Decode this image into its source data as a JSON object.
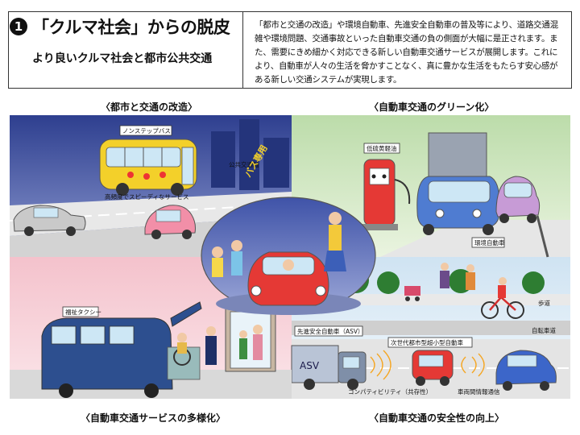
{
  "header": {
    "number": "1",
    "title": "「クルマ社会」からの脱皮",
    "subtitle": "より良いクルマ社会と都市公共交通",
    "description": "「都市と交通の改造」や環境自動車、先進安全自動車の普及等により、道路交通混雑や環境問題、交通事故といった自動車交通の負の側面が大幅に是正されます。また、需要にきめ細かく対応できる新しい自動車交通サービスが展開します。これにより、自動車が人々の生活を脅かすことなく、真に豊かな生活をもたらす安心感がある新しい交通システムが実現します。"
  },
  "sections": {
    "top_left": "〈都市と交通の改造〉",
    "top_right": "〈自動車交通のグリーン化〉",
    "bottom_left": "〈自動車交通サービスの多様化〉",
    "bottom_right": "〈自動車交通の安全性の向上〉"
  },
  "labels": {
    "nonstep_bus": "ノンステップバス",
    "public_transit_axis": "公共交通軸",
    "bus_lane": "バス専用",
    "frequent_service": "高頻度でスピーディなサービス",
    "low_sulfur_diesel": "低硫黄軽油",
    "eco_vehicle": "環境自動車",
    "welfare_taxi": "福祉タクシー",
    "asv": "先進安全自動車（ASV）",
    "asv_plate": "ASV",
    "next_gen_car": "次世代都市型超小型自動車",
    "sidewalk": "歩道",
    "bike_lane": "自転車道",
    "compatibility": "コンパティビリティ（共存性）",
    "v2v": "車両間情報通信"
  },
  "colors": {
    "tl_bg": "#3d4fa0",
    "tr_bg": "#c9e3b5",
    "bl_bg": "#f2c3cd",
    "br_bg": "#d5e6f3",
    "bus": "#f3d02a",
    "car_red": "#e53935",
    "car_blue": "#3c66c9"
  }
}
